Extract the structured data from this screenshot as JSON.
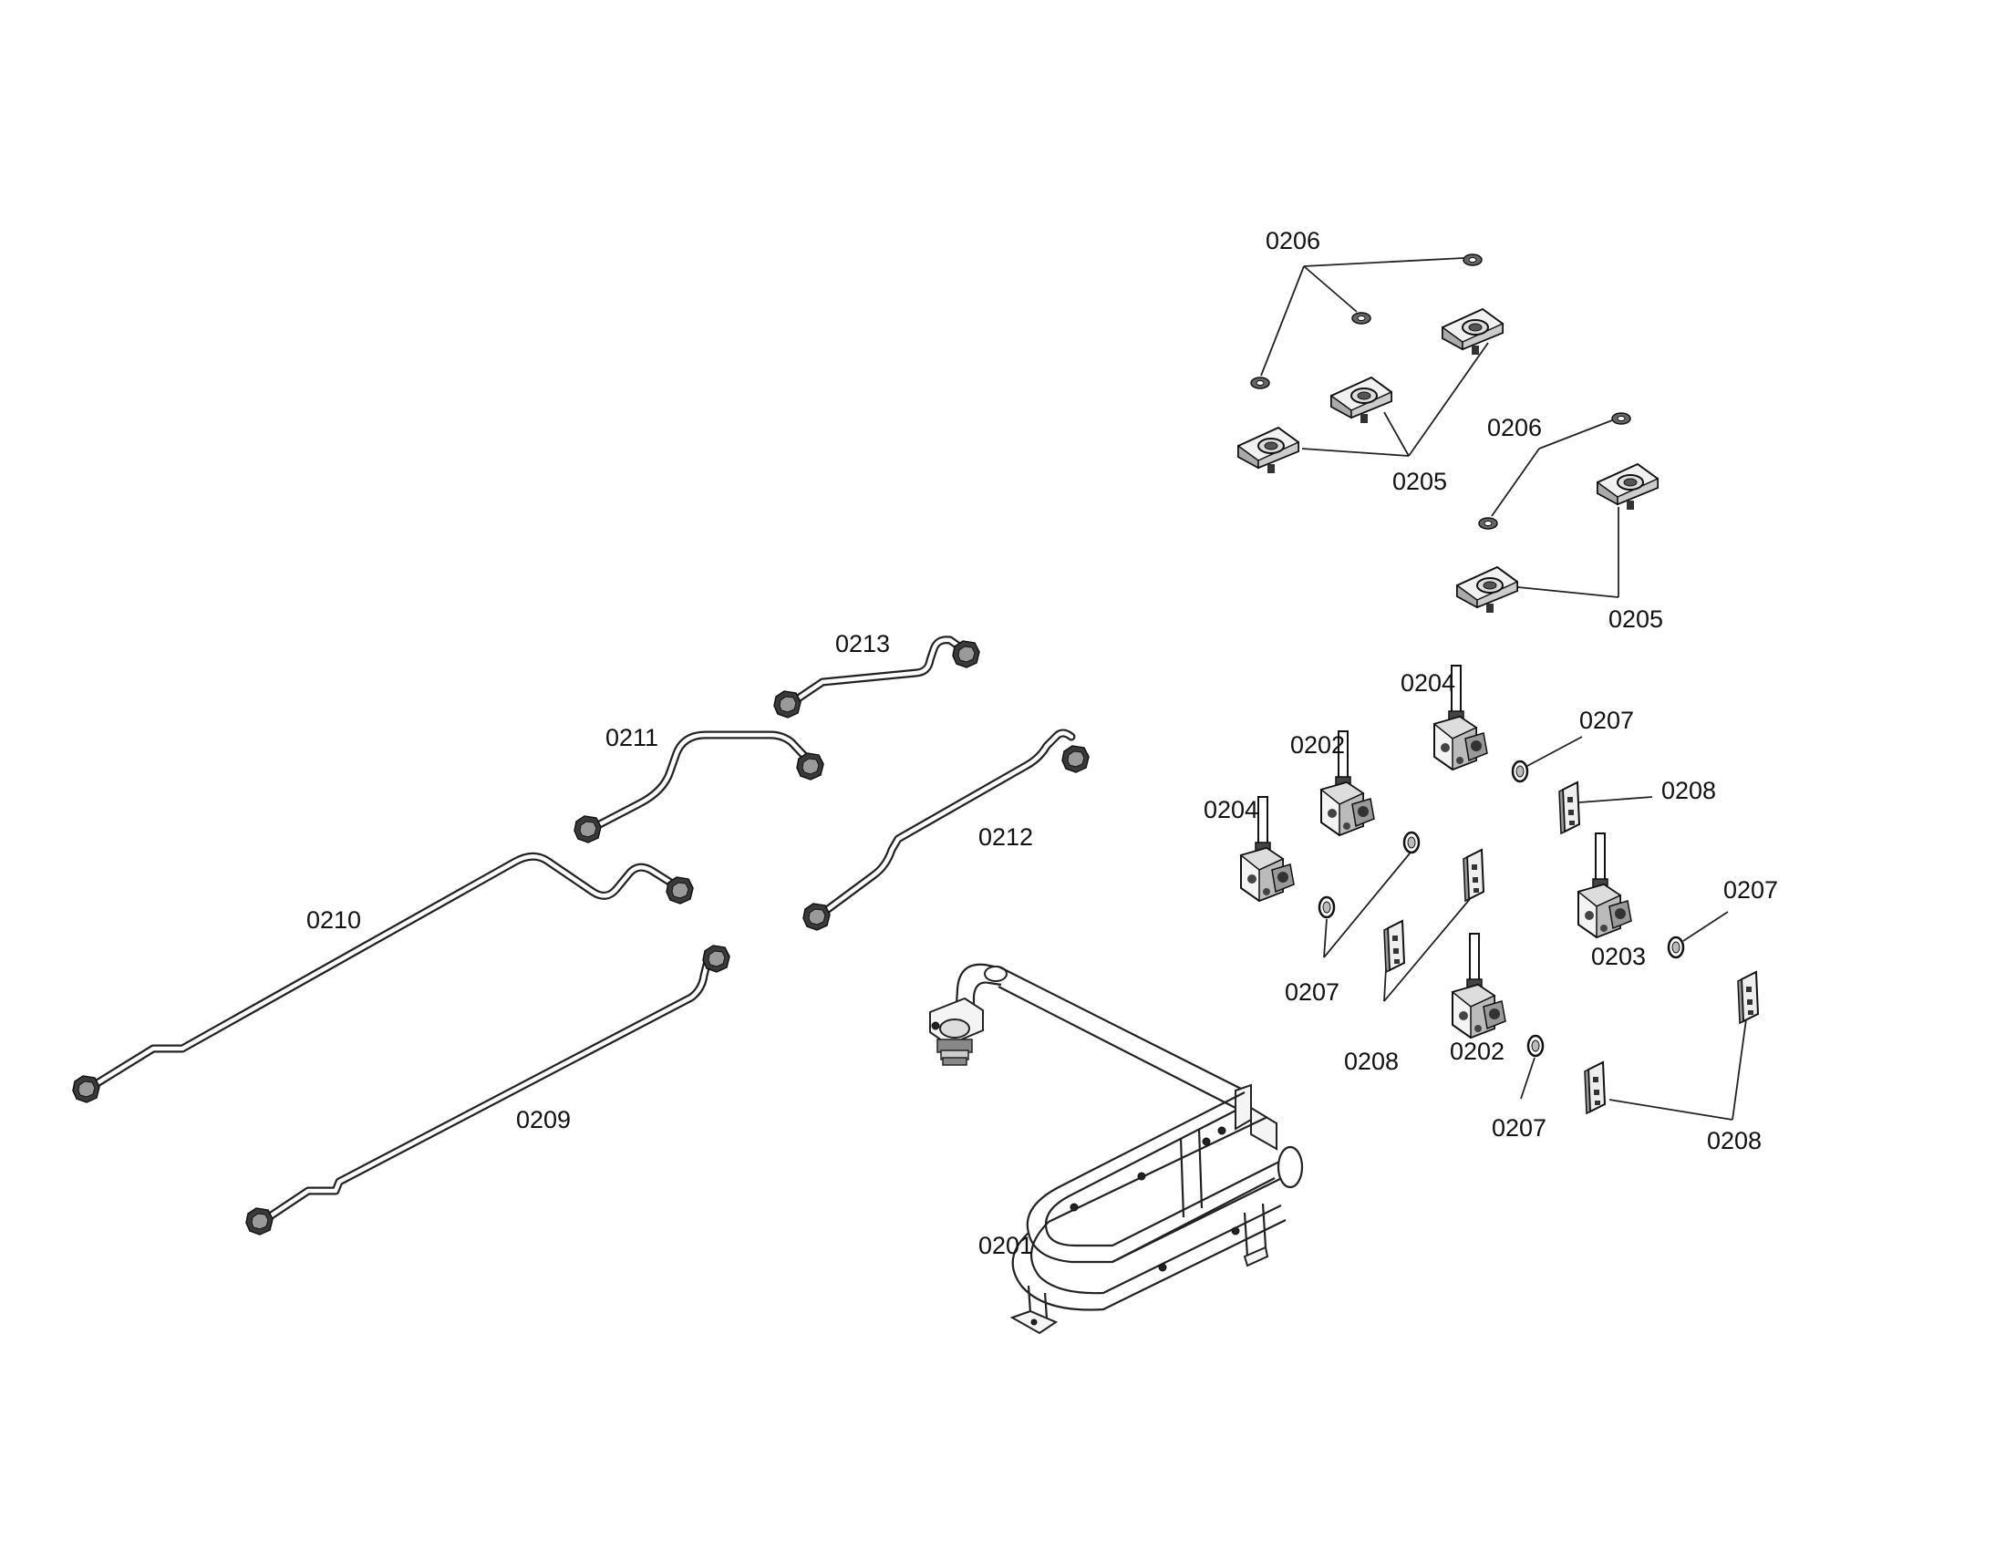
{
  "labels": {
    "l0201": "0201",
    "l0202a": "0202",
    "l0202b": "0202",
    "l0203": "0203",
    "l0204a": "0204",
    "l0204b": "0204",
    "l0205a": "0205",
    "l0205b": "0205",
    "l0206a": "0206",
    "l0206b": "0206",
    "l0207a": "0207",
    "l0207b": "0207",
    "l0207c": "0207",
    "l0207d": "0207",
    "l0208a": "0208",
    "l0208b": "0208",
    "l0208c": "0208",
    "l0209": "0209",
    "l0210": "0210",
    "l0211": "0211",
    "l0212": "0212",
    "l0213": "0213"
  }
}
